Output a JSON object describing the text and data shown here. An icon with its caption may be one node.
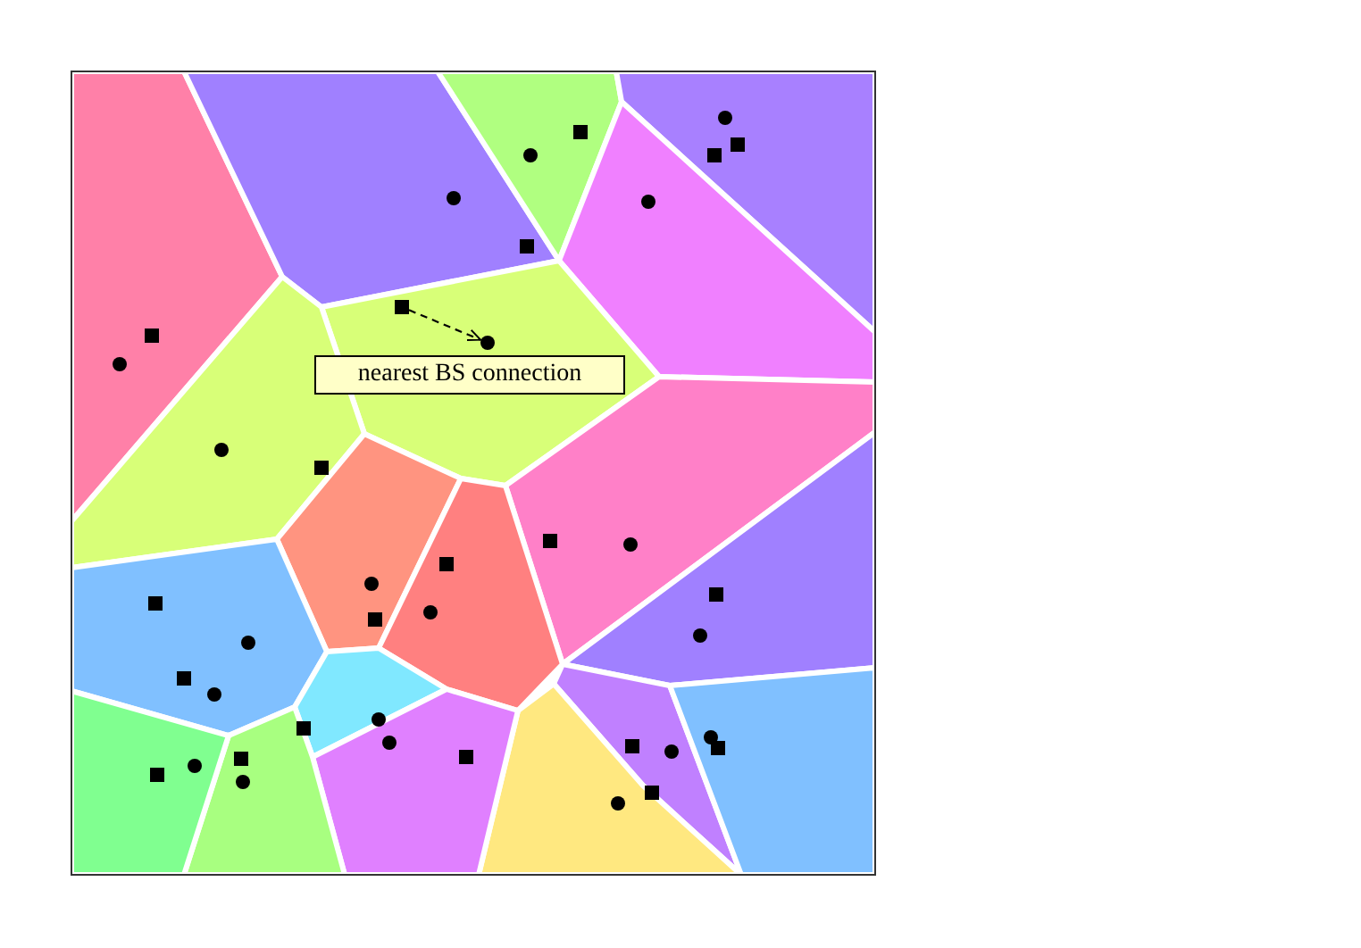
{
  "diagram": {
    "nodes": [
      {
        "text": [
          "nearest BS connection"
        ]
      },
      {
        "text": [],
        "shape": "box"
      },
      {
        "text": [],
        "shape": "circle"
      }
    ],
    "edges": [
      {
        "from": 1,
        "to": 2,
        "arrow": "to",
        "style": "dashed"
      }
    ]
  }
}
